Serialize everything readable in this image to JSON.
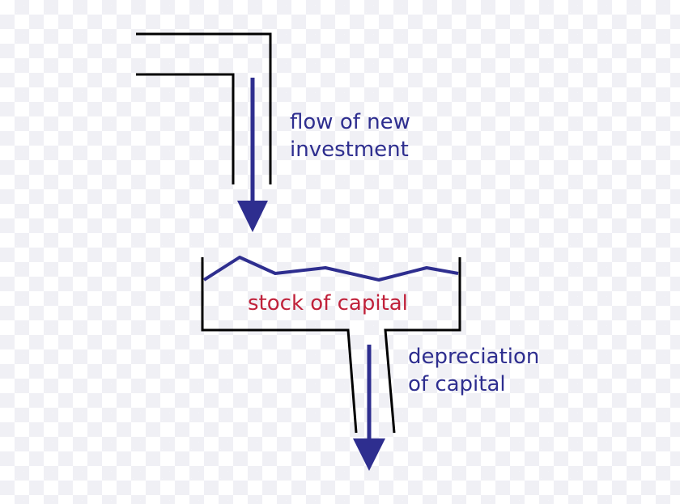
{
  "colors": {
    "pipe": "#000000",
    "flow": "#2e2e8f",
    "stock_label": "#c0213a",
    "flow_label": "#2e2e8f"
  },
  "labels": {
    "inflow": [
      "flow of new",
      "investment"
    ],
    "stock": "stock of capital",
    "outflow": [
      "depreciation",
      "of capital"
    ]
  }
}
